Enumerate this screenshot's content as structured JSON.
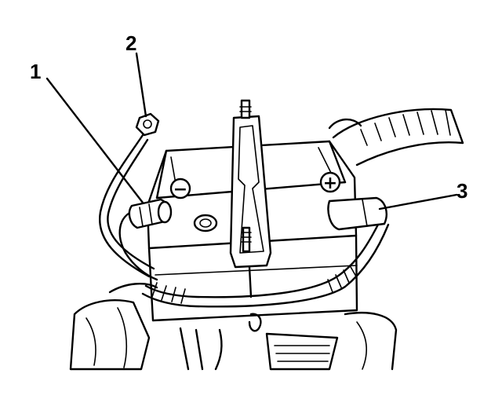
{
  "callouts": {
    "one": "1",
    "two": "2",
    "three": "3"
  },
  "terminals": {
    "negative": "−",
    "positive": "+"
  },
  "colors": {
    "ink": "#000000",
    "paper": "#ffffff"
  }
}
